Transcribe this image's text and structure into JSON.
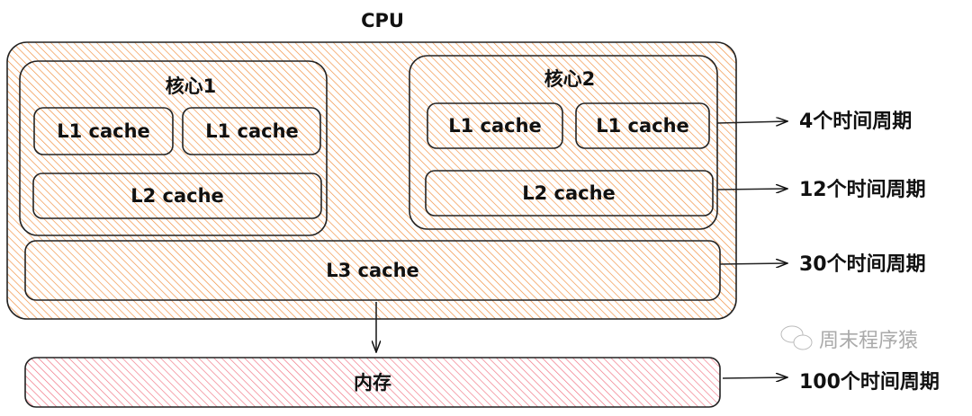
{
  "cpu": {
    "title": "CPU",
    "fill_color": "#f08c3a",
    "cores": [
      {
        "label": "核心1",
        "l1": [
          "L1 cache",
          "L1 cache"
        ],
        "l2": "L2 cache"
      },
      {
        "label": "核心2",
        "l1": [
          "L1 cache",
          "L1 cache"
        ],
        "l2": "L2 cache"
      }
    ],
    "l3": "L3 cache"
  },
  "memory": {
    "label": "内存",
    "fill_color": "#f07080"
  },
  "latencies": [
    "4个时间周期",
    "12个时间周期",
    "30个时间周期",
    "100个时间周期"
  ],
  "watermark": "周末程序猿"
}
